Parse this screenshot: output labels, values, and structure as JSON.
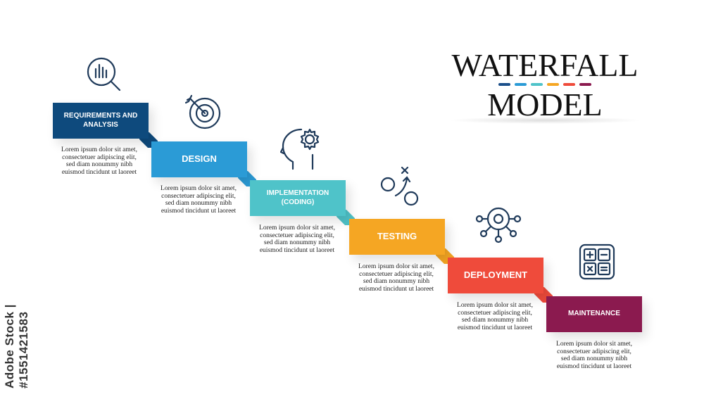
{
  "title": {
    "line1": "WATERFALL",
    "line2": "MODEL",
    "dash_colors": [
      "#1b4f8a",
      "#2b9bd6",
      "#4fc3c9",
      "#f5a623",
      "#ef4b3b",
      "#8b1a4f"
    ]
  },
  "steps": [
    {
      "label": "REQUIREMENTS AND ANALYSIS",
      "color": "#0e4a7d",
      "icon": "magnifier-chart-icon",
      "desc": [
        "Lorem ipsum dolor sit amet,",
        "consectetuer adipiscing elit,",
        "sed diam nonummy nibh",
        "euismod tincidunt ut laoreet"
      ]
    },
    {
      "label": "DESIGN",
      "color": "#2b9bd6",
      "icon": "target-arrow-icon",
      "desc": [
        "Lorem ipsum dolor sit amet,",
        "consectetuer adipiscing elit,",
        "sed diam nonummy nibh",
        "euismod tincidunt ut laoreet"
      ]
    },
    {
      "label": "IMPLEMENTATION (CODING)",
      "color": "#4fc3c9",
      "icon": "head-gear-icon",
      "desc": [
        "Lorem ipsum dolor sit amet,",
        "consectetuer adipiscing elit,",
        "sed diam nonummy nibh",
        "euismod tincidunt ut laoreet"
      ]
    },
    {
      "label": "TESTING",
      "color": "#f5a623",
      "icon": "strategy-play-icon",
      "desc": [
        "Lorem ipsum dolor sit amet,",
        "consectetuer adipiscing elit,",
        "sed diam nonummy nibh",
        "euismod tincidunt ut laoreet"
      ]
    },
    {
      "label": "DEPLOYMENT",
      "color": "#ef4b3b",
      "icon": "network-hub-icon",
      "desc": [
        "Lorem ipsum dolor sit amet,",
        "consectetuer adipiscing elit,",
        "sed diam nonummy nibh",
        "euismod tincidunt ut laoreet"
      ]
    },
    {
      "label": "MAINTENANCE",
      "color": "#8b1a4f",
      "icon": "calculator-icon",
      "desc": [
        "Lorem ipsum dolor sit amet,",
        "consectetuer adipiscing elit,",
        "sed diam nonummy nibh",
        "euismod tincidunt ut laoreet"
      ]
    }
  ],
  "watermark": "Adobe Stock | #1551421583"
}
